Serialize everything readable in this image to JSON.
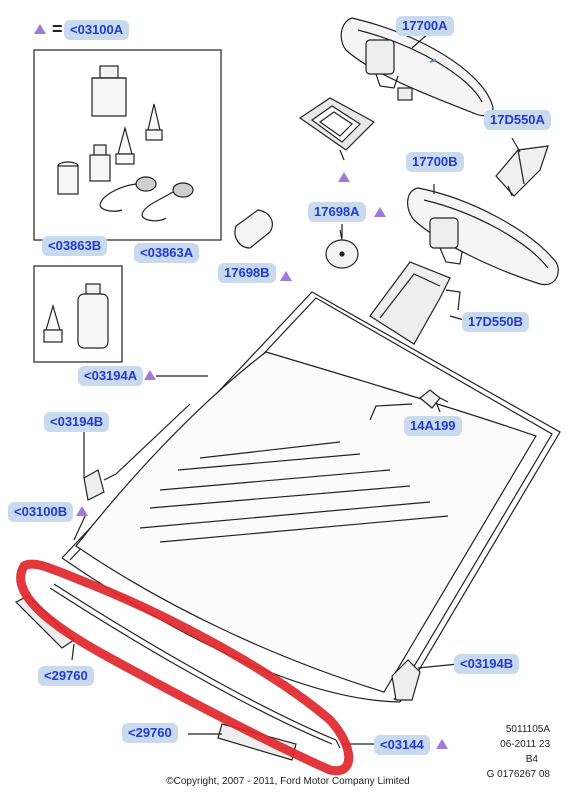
{
  "legend": {
    "equals": "=",
    "code": "<03100A"
  },
  "labels": {
    "l03100A_top": "<03100A",
    "l17700A": "17700A",
    "l17D550A": "17D550A",
    "l17700B": "17700B",
    "l03863B": "<03863B",
    "l03863A": "<03863A",
    "l17698A": "17698A",
    "l17698B": "17698B",
    "l17D550B": "17D550B",
    "l03194A": "<03194A",
    "l03194B_left": "<03194B",
    "l14A199": "14A199",
    "l03100B": "<03100B",
    "l29760_left": "<29760",
    "l03194B_right": "<03194B",
    "l29760_bottom": "<29760",
    "l03144": "<03144"
  },
  "meta": {
    "line1": "5011105A",
    "line2": "06-2011 23",
    "line3": "B4",
    "line4": "G 0176267 08"
  },
  "copyright": "©Copyright, 2007 - 2011, Ford Motor Company Limited",
  "colors": {
    "label_bg": "#c9d9ee",
    "label_text": "#1f3bd6",
    "triangle": "#a07ad8",
    "highlight_ring": "#e0262b",
    "line": "#222222"
  }
}
